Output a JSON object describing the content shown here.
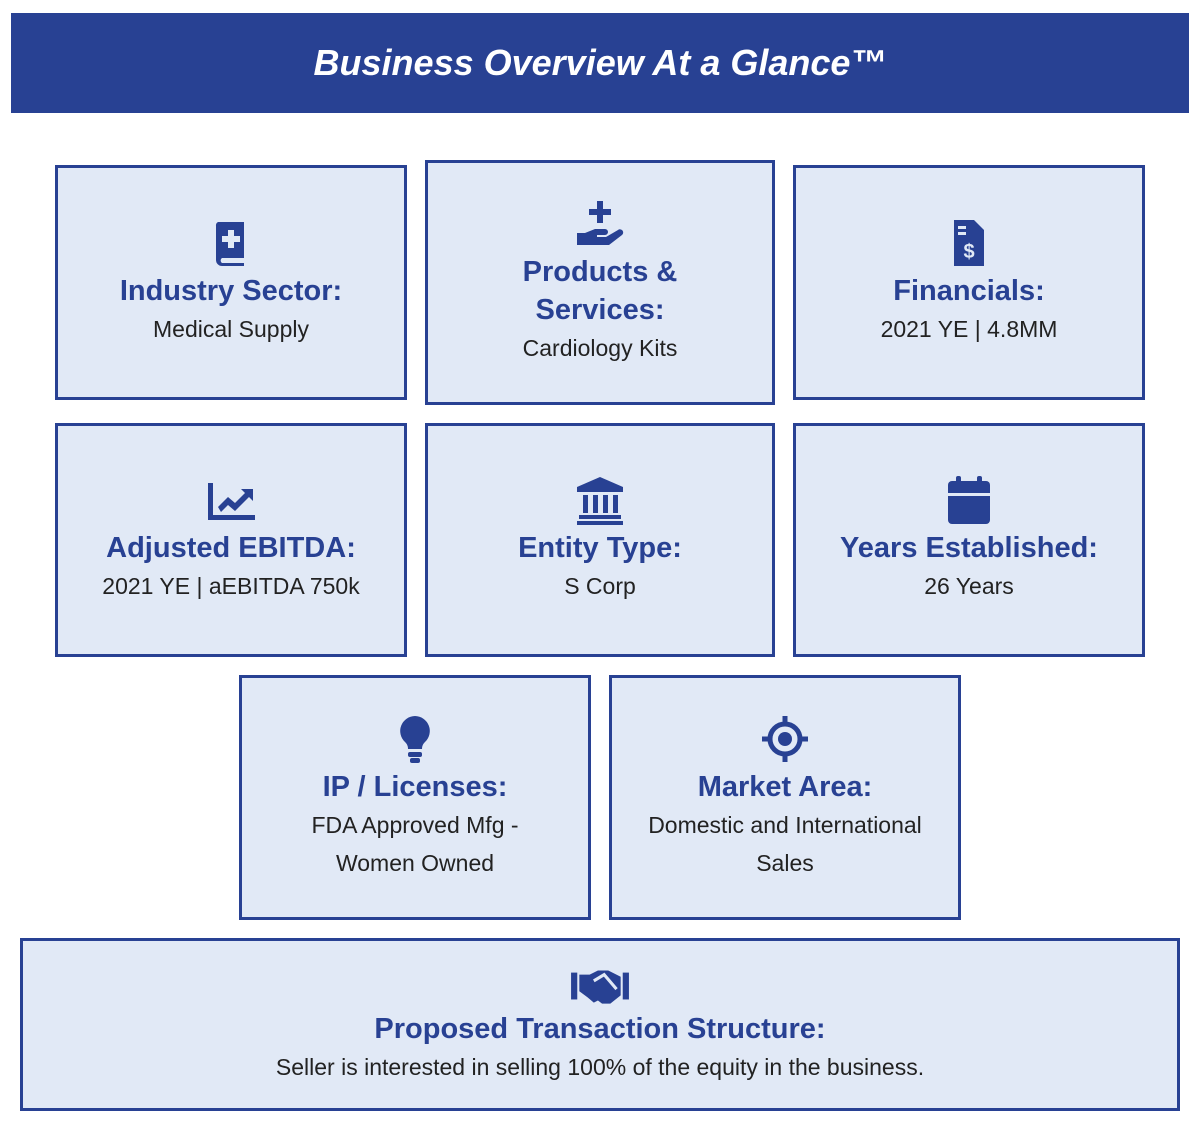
{
  "header": {
    "title": "Business Overview At a Glance™"
  },
  "accent": "#284193",
  "cards": [
    {
      "icon": "medical-book-icon",
      "title": "Industry Sector:",
      "value": "Medical Supply"
    },
    {
      "icon": "hand-holding-medical-icon",
      "title": "Products & Services:",
      "value": "Cardiology Kits"
    },
    {
      "icon": "invoice-dollar-icon",
      "title": "Financials:",
      "value": "2021 YE | 4.8MM"
    },
    {
      "icon": "chart-line-icon",
      "title": "Adjusted EBITDA:",
      "value": "2021 YE | aEBITDA 750k"
    },
    {
      "icon": "bank-building-icon",
      "title": "Entity Type:",
      "value": "S Corp"
    },
    {
      "icon": "calendar-icon",
      "title": "Years Established:",
      "value": "26 Years"
    },
    {
      "icon": "lightbulb-icon",
      "title": "IP / Licenses:",
      "value": "FDA Approved Mfg - Women Owned"
    },
    {
      "icon": "crosshairs-icon",
      "title": "Market Area:",
      "value": "Domestic and International Sales"
    },
    {
      "icon": "handshake-icon",
      "title": "Proposed Transaction Structure:",
      "value": "Seller is interested in selling 100% of the equity in the business."
    }
  ]
}
